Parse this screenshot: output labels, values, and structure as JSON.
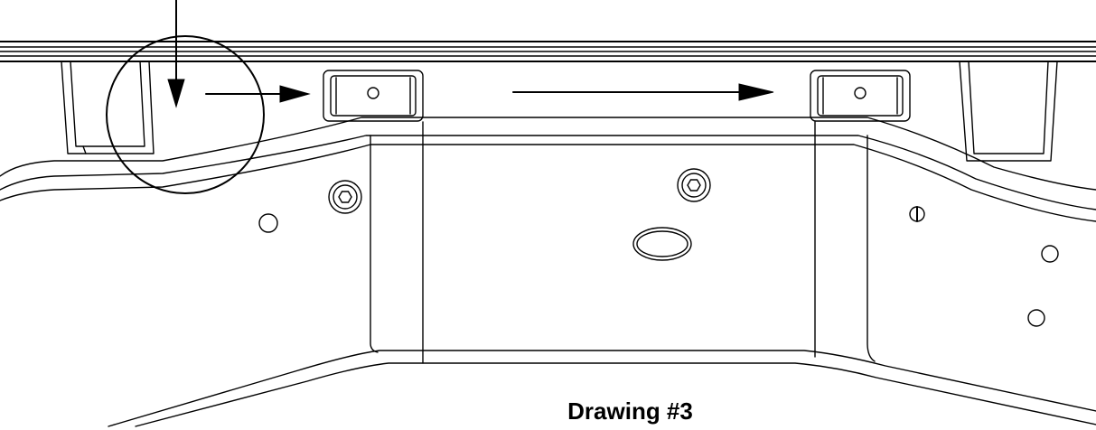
{
  "figure": {
    "caption": "Drawing #3",
    "icons": [
      "down-arrow",
      "right-arrow",
      "detail-circle",
      "mounting-bracket",
      "hex-bolt"
    ]
  }
}
